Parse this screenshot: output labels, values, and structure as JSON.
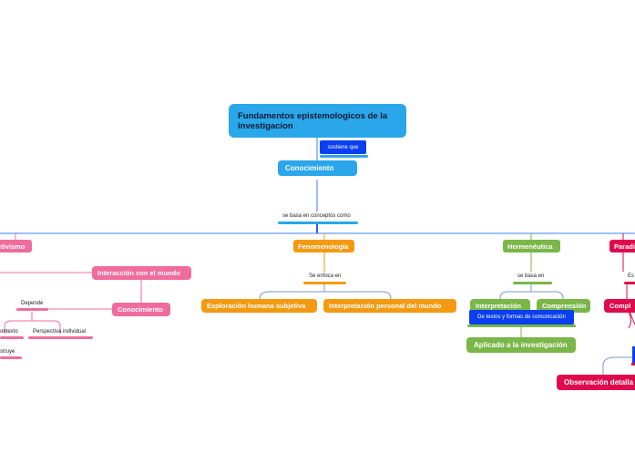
{
  "root": {
    "label": "Fundamentos epistemologicos de la investigacion"
  },
  "link_labels": {
    "root_to_knowledge": "sostiene que",
    "knowledge_to_paradigms": "se basa en conceptos como",
    "phenomenology": "Se enfoca en",
    "hermeneutics": "se basa en",
    "constructivism": "Depende"
  },
  "nodes": {
    "conocimiento": "Conocimiento",
    "constructivismo": "ctivismo",
    "fenomenologia": "Fenomenología",
    "hermeneutica": "Hermenéutica",
    "paradigma": "Paradi",
    "interaccion": "Interacción con el mundo",
    "conocimiento_2": "Conocimiento",
    "exploracion": "Exploración humana subjetiva",
    "interpretacion_personal": "Interpretación personal del mundo",
    "interpretacion": "Interpretación",
    "comprension": "Comprensión",
    "textos": "De textos y formas de comunicación",
    "aplicado": "Aplicado a la investigación",
    "complejidad": "Compl",
    "observacion": "Observación detalla",
    "paradigma_link": "Es"
  },
  "text_items": {
    "contexto": "ontexto",
    "perspectiva": "Perspectiva individual",
    "construye": "struye"
  },
  "colors": {
    "blue": "#2aa6ea",
    "dark_blue": "#0a3ff0",
    "pink": "#ef6c9c",
    "orange": "#f39a12",
    "green": "#7ab648",
    "crimson": "#e0094d"
  }
}
